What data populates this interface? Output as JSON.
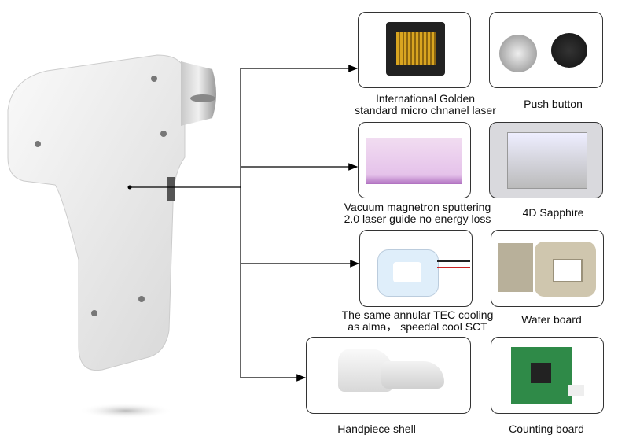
{
  "components": [
    {
      "id": "laser",
      "label_lines": [
        "International Golden",
        "standard micro chnanel laser"
      ]
    },
    {
      "id": "push-button",
      "label_lines": [
        "Push button"
      ]
    },
    {
      "id": "light-guide",
      "label_lines": [
        "Vacuum magnetron sputtering",
        "2.0 laser guide no energy loss"
      ]
    },
    {
      "id": "sapphire",
      "label_lines": [
        "4D Sapphire"
      ]
    },
    {
      "id": "tec",
      "label_lines": [
        "The same annular TEC cooling",
        "as alma， speedal cool SCT"
      ]
    },
    {
      "id": "water-board",
      "label_lines": [
        "Water board"
      ]
    },
    {
      "id": "shell",
      "label_lines": [
        "Handpiece shell"
      ]
    },
    {
      "id": "counting-board",
      "label_lines": [
        "Counting board"
      ]
    }
  ]
}
